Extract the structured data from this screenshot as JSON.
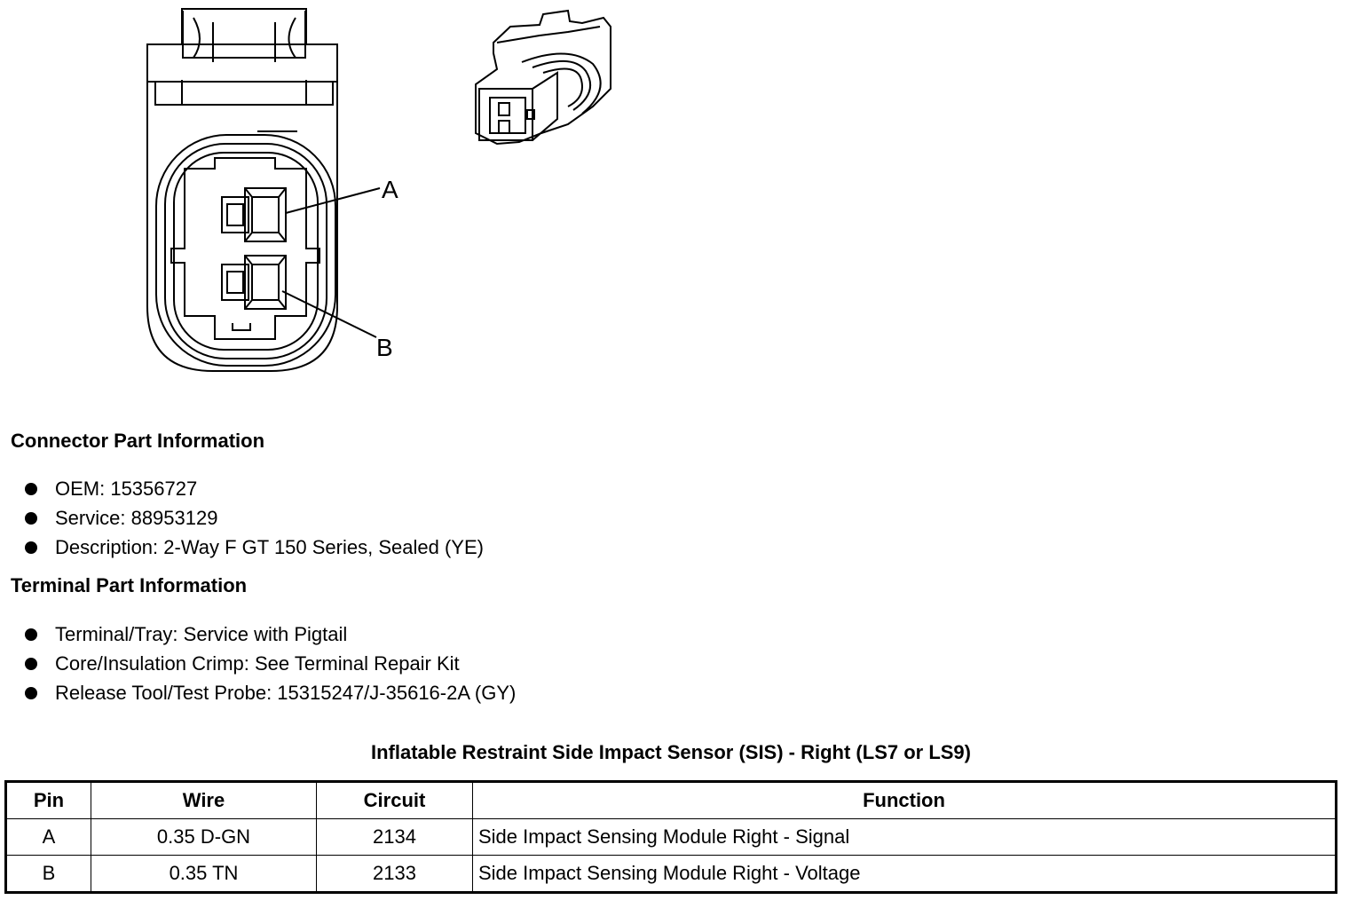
{
  "diagram": {
    "pin_labels": [
      "A",
      "B"
    ]
  },
  "connector_info": {
    "heading": "Connector Part Information",
    "items": [
      "OEM: 15356727",
      "Service: 88953129",
      "Description: 2-Way F GT 150 Series, Sealed (YE)"
    ]
  },
  "terminal_info": {
    "heading": "Terminal Part Information",
    "items": [
      "Terminal/Tray: Service with Pigtail",
      "Core/Insulation Crimp: See Terminal Repair Kit",
      "Release Tool/Test Probe: 15315247/J-35616-2A (GY)"
    ]
  },
  "table": {
    "title": "Inflatable Restraint Side Impact Sensor (SIS) - Right (LS7 or LS9)",
    "headers": [
      "Pin",
      "Wire",
      "Circuit",
      "Function"
    ],
    "rows": [
      [
        "A",
        "0.35 D-GN",
        "2134",
        "Side Impact Sensing Module Right - Signal"
      ],
      [
        "B",
        "0.35 TN",
        "2133",
        "Side Impact Sensing Module Right - Voltage"
      ]
    ]
  }
}
